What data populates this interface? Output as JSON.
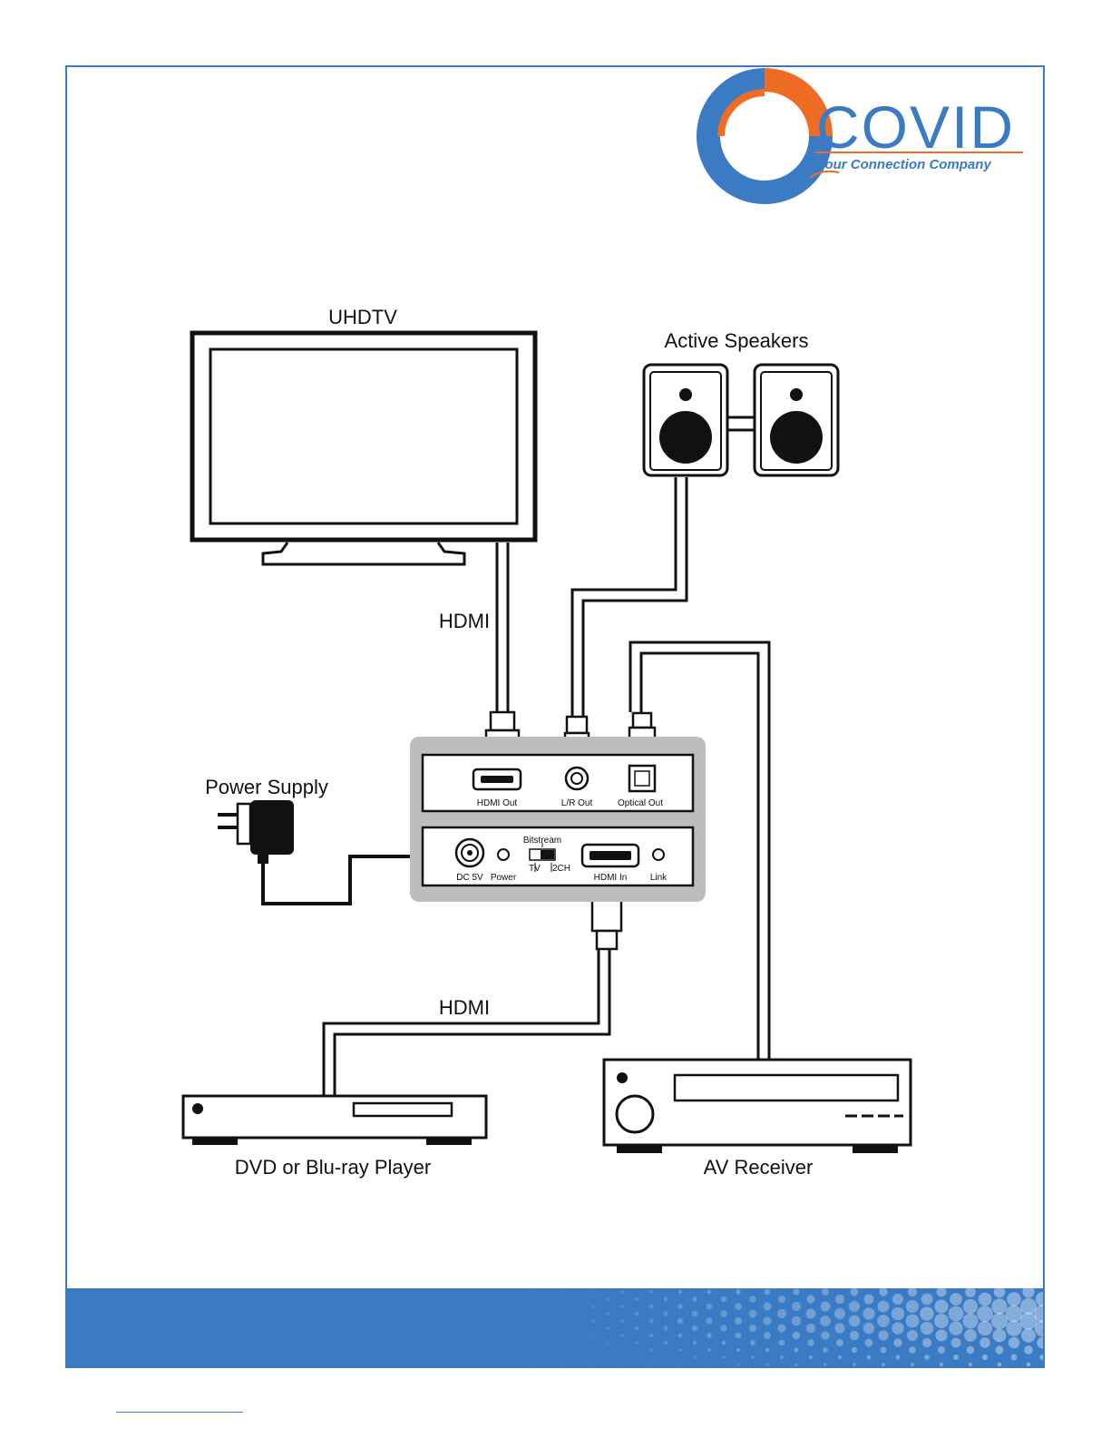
{
  "brand": {
    "name": "COVID",
    "tagline": "Your Connection Company",
    "colors": {
      "blue": "#3a7bc4",
      "orange": "#ee6c24"
    }
  },
  "labels": {
    "tv": "UHDTV",
    "speakers": "Active Speakers",
    "power_supply": "Power Supply",
    "player": "DVD or Blu-ray Player",
    "receiver": "AV Receiver",
    "cable_top": "HDMI",
    "cable_bottom": "HDMI"
  },
  "device_ports": {
    "hdmi_out": "HDMI Out",
    "lr_out": "L/R Out",
    "optical_out": "Optical Out",
    "dc": "DC 5V",
    "power": "Power",
    "bitstream": "Bitstream",
    "tv": "TV",
    "two_ch": "2CH",
    "hdmi_in": "HDMI In",
    "link": "Link"
  },
  "footer": {
    "color": "#3a7bc4"
  }
}
